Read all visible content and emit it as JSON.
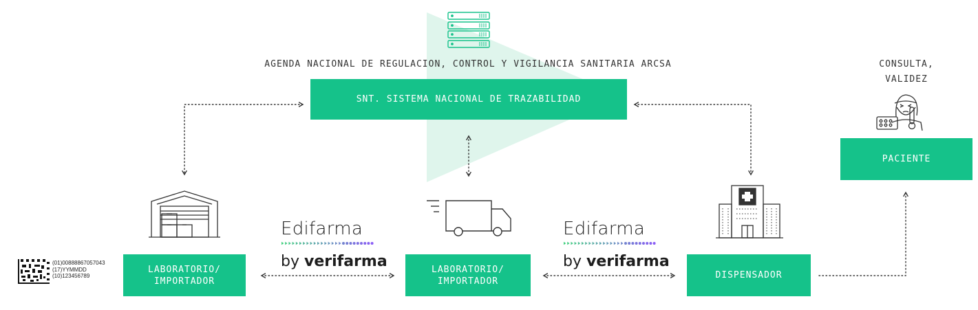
{
  "colors": {
    "accent": "#15c28a",
    "accent_light": "#dff5ec",
    "text": "#333333",
    "gradient_start": "#3fd07c",
    "gradient_end": "#8a5cf6"
  },
  "header": {
    "agency": "AGENDA NACIONAL DE REGULACION, CONTROL Y VIGILANCIA SANITARIA ARCSA"
  },
  "nodes": {
    "snt": "SNT. SISTEMA NACIONAL DE TRAZABILIDAD",
    "lab1": "LABORATORIO/\nIMPORTADOR",
    "lab2": "LABORATORIO/\nIMPORTADOR",
    "dispensador": "DISPENSADOR",
    "paciente": "PACIENTE"
  },
  "consulta": "CONSULTA,\nVALIDEZ",
  "brand": {
    "name": "Edifarma",
    "by": "by",
    "partner": "verifarma"
  },
  "barcode": {
    "lines": [
      "(01)00888867057043",
      "(17)YYMMDD",
      "(10)123456789"
    ]
  },
  "icons": [
    "server-icon",
    "warehouse-icon",
    "truck-icon",
    "hospital-icon",
    "patient-icon",
    "datamatrix-icon"
  ]
}
